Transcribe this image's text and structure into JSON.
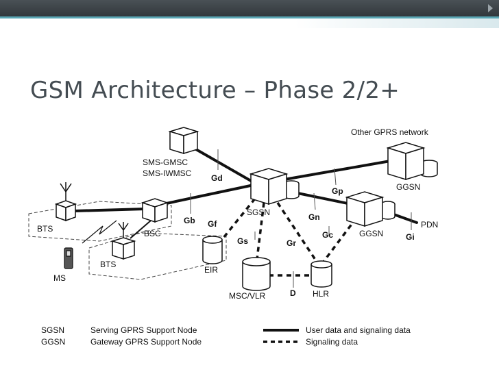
{
  "slide": {
    "title": "GSM Architecture – Phase 2/2+"
  },
  "nodes": {
    "sms_gmsc": "SMS-GMSC",
    "sms_iwmsc": "SMS-IWMSC",
    "sgsn": "SGSN",
    "ggsn_top": "GGSN",
    "ggsn_mid": "GGSN",
    "other_gprs": "Other GPRS network",
    "pdn": "PDN",
    "bts_left": "BTS",
    "bts_right": "BTS",
    "bsc": "BSC",
    "ms": "MS",
    "eir": "EIR",
    "msc_vlr": "MSC/VLR",
    "hlr": "HLR"
  },
  "interfaces": {
    "gd": "Gd",
    "gb": "Gb",
    "gf": "Gf",
    "gs": "Gs",
    "gr": "Gr",
    "gn": "Gn",
    "gp": "Gp",
    "gc": "Gc",
    "gi": "Gi",
    "d": "D"
  },
  "legend": {
    "abbrevs": [
      {
        "abbr": "SGSN",
        "text": "Serving GPRS Support Node"
      },
      {
        "abbr": "GGSN",
        "text": "Gateway GPRS Support Node"
      }
    ],
    "solid_label": "User data and signaling data",
    "dashed_label": "Signaling data"
  }
}
